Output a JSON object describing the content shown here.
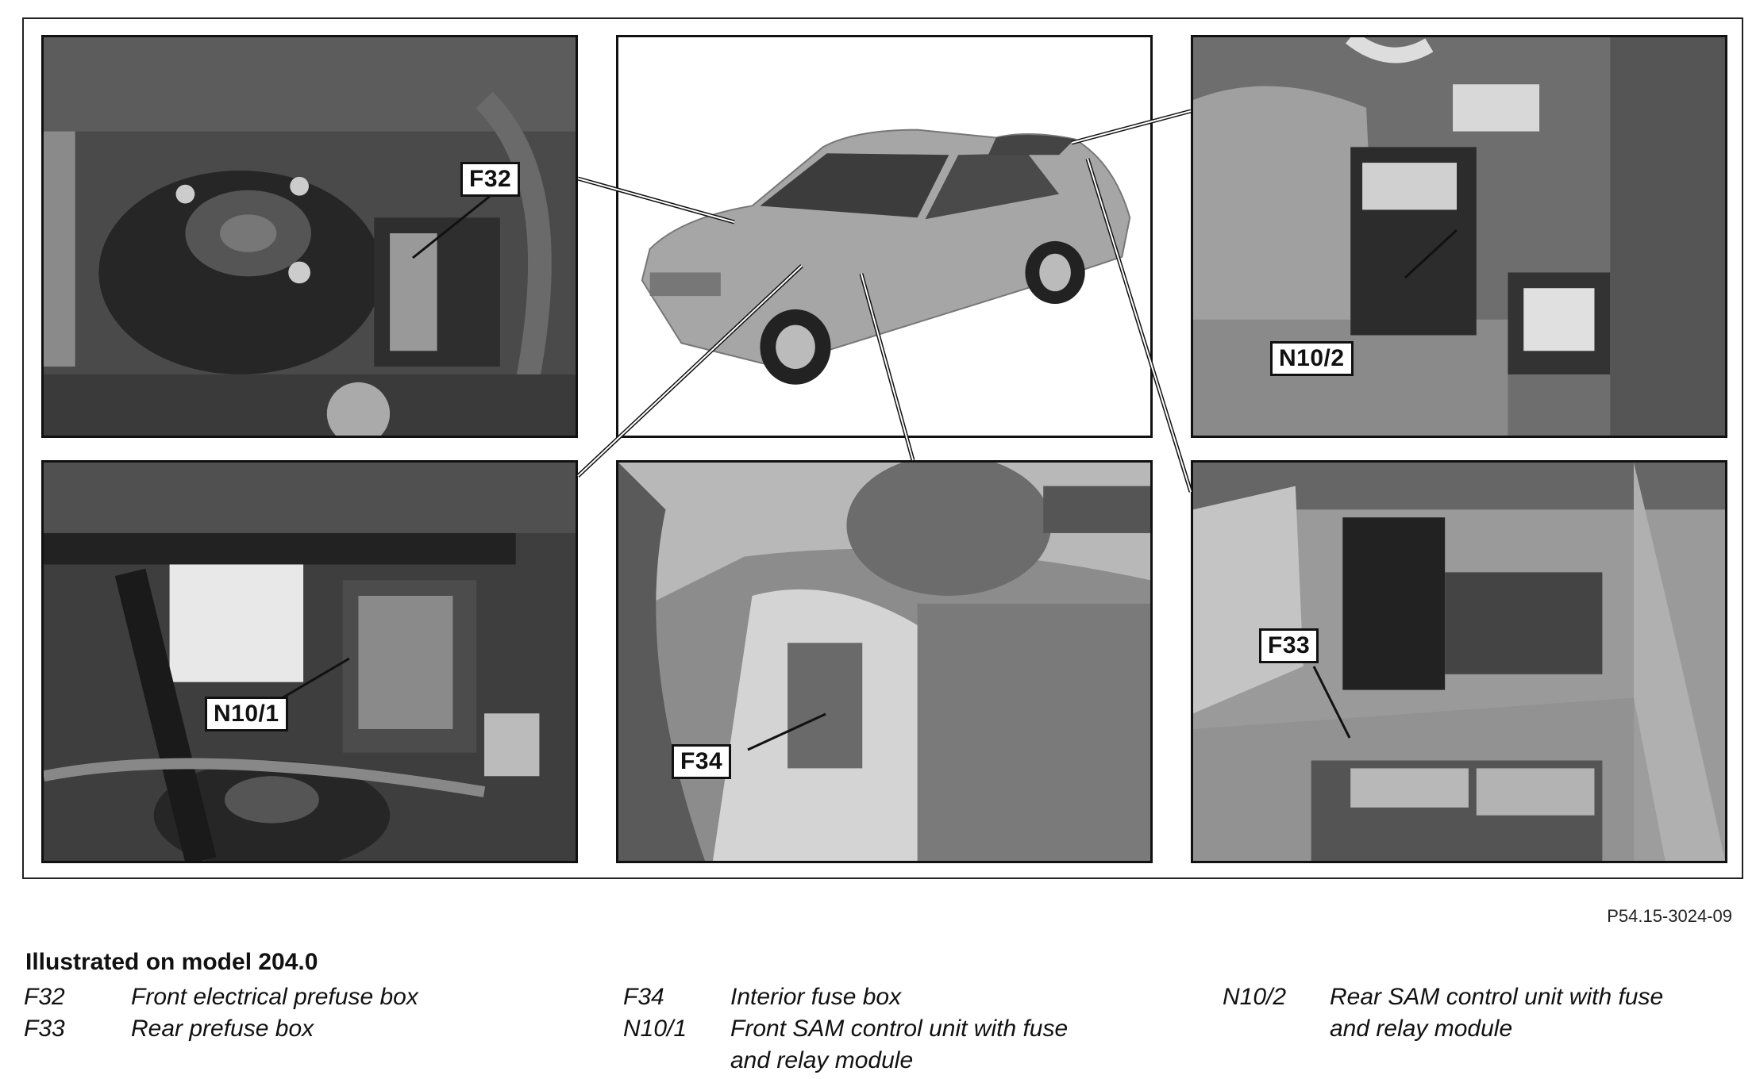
{
  "callouts": {
    "f32": "F32",
    "n10_2": "N10/2",
    "n10_1": "N10/1",
    "f34": "F34",
    "f33": "F33"
  },
  "figure_ref": "P54.15-3024-09",
  "legend": {
    "title": "Illustrated on model 204.0",
    "items": [
      {
        "code": "F32",
        "desc": "Front electrical prefuse box"
      },
      {
        "code": "F33",
        "desc": "Rear prefuse box"
      },
      {
        "code": "F34",
        "desc": "Interior fuse box"
      },
      {
        "code": "N10/1",
        "desc": "Front SAM control unit with fuse\nand relay module"
      },
      {
        "code": "N10/2",
        "desc": "Rear SAM control unit with fuse\nand relay module"
      }
    ]
  },
  "colors": {
    "photo_dark": "#3a3a3a",
    "photo_mid": "#7a7a7a",
    "photo_light": "#c8c8c8",
    "car": "#9c9c9c"
  }
}
